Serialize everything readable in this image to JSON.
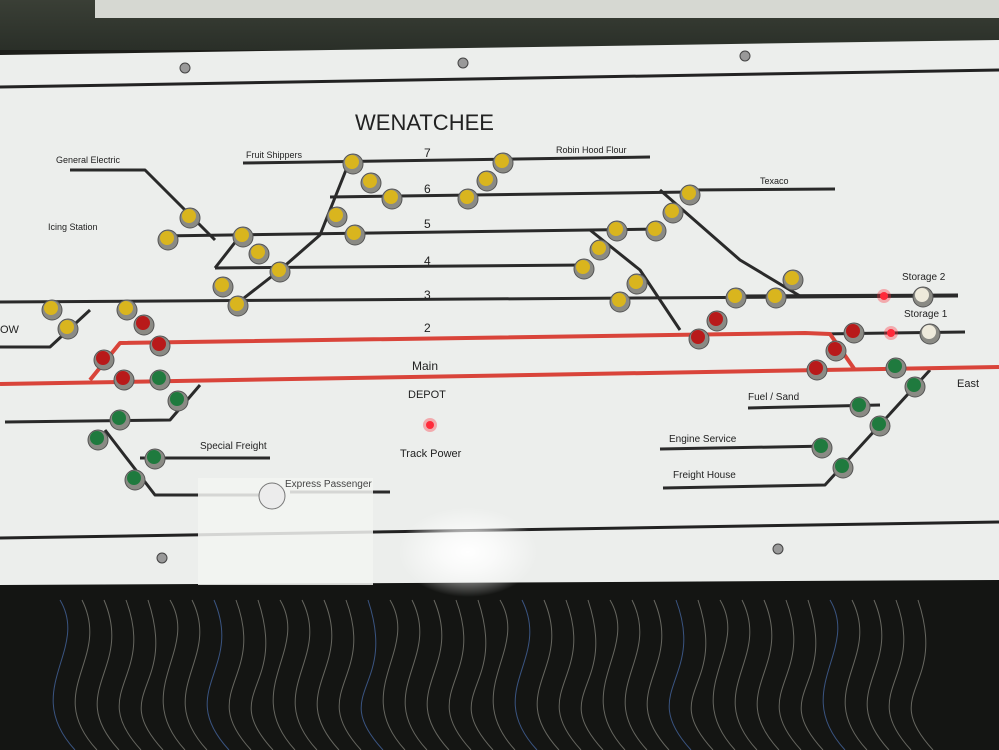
{
  "panel": {
    "title": "WENATCHEE",
    "track_numbers": [
      "7",
      "6",
      "5",
      "4",
      "3",
      "2"
    ],
    "main_label": "Main",
    "depot_label": "DEPOT",
    "track_power_label": "Track Power",
    "east_label": "East",
    "west_label_fragment": "OW",
    "industry_labels": {
      "general_electric": "General Electric",
      "fruit_shippers": "Fruit Shippers",
      "robin_hood_flour": "Robin Hood Flour",
      "texaco": "Texaco",
      "icing_station": "Icing Station",
      "storage_2": "Storage 2",
      "storage_1": "Storage 1",
      "fuel_sand": "Fuel / Sand",
      "engine_service": "Engine Service",
      "freight_house": "Freight House",
      "special_freight": "Special Freight",
      "express_obscured": "Express Passenger"
    }
  },
  "colors": {
    "panel": "#eef0ee",
    "track": "#2a2a2a",
    "mainline": "#d9443a",
    "yellow_button": "#d9b51e",
    "red_button": "#b81a1a",
    "green_button": "#1f7a3e",
    "white_button": "#eeeadb",
    "led_red": "#ff2a3a"
  }
}
